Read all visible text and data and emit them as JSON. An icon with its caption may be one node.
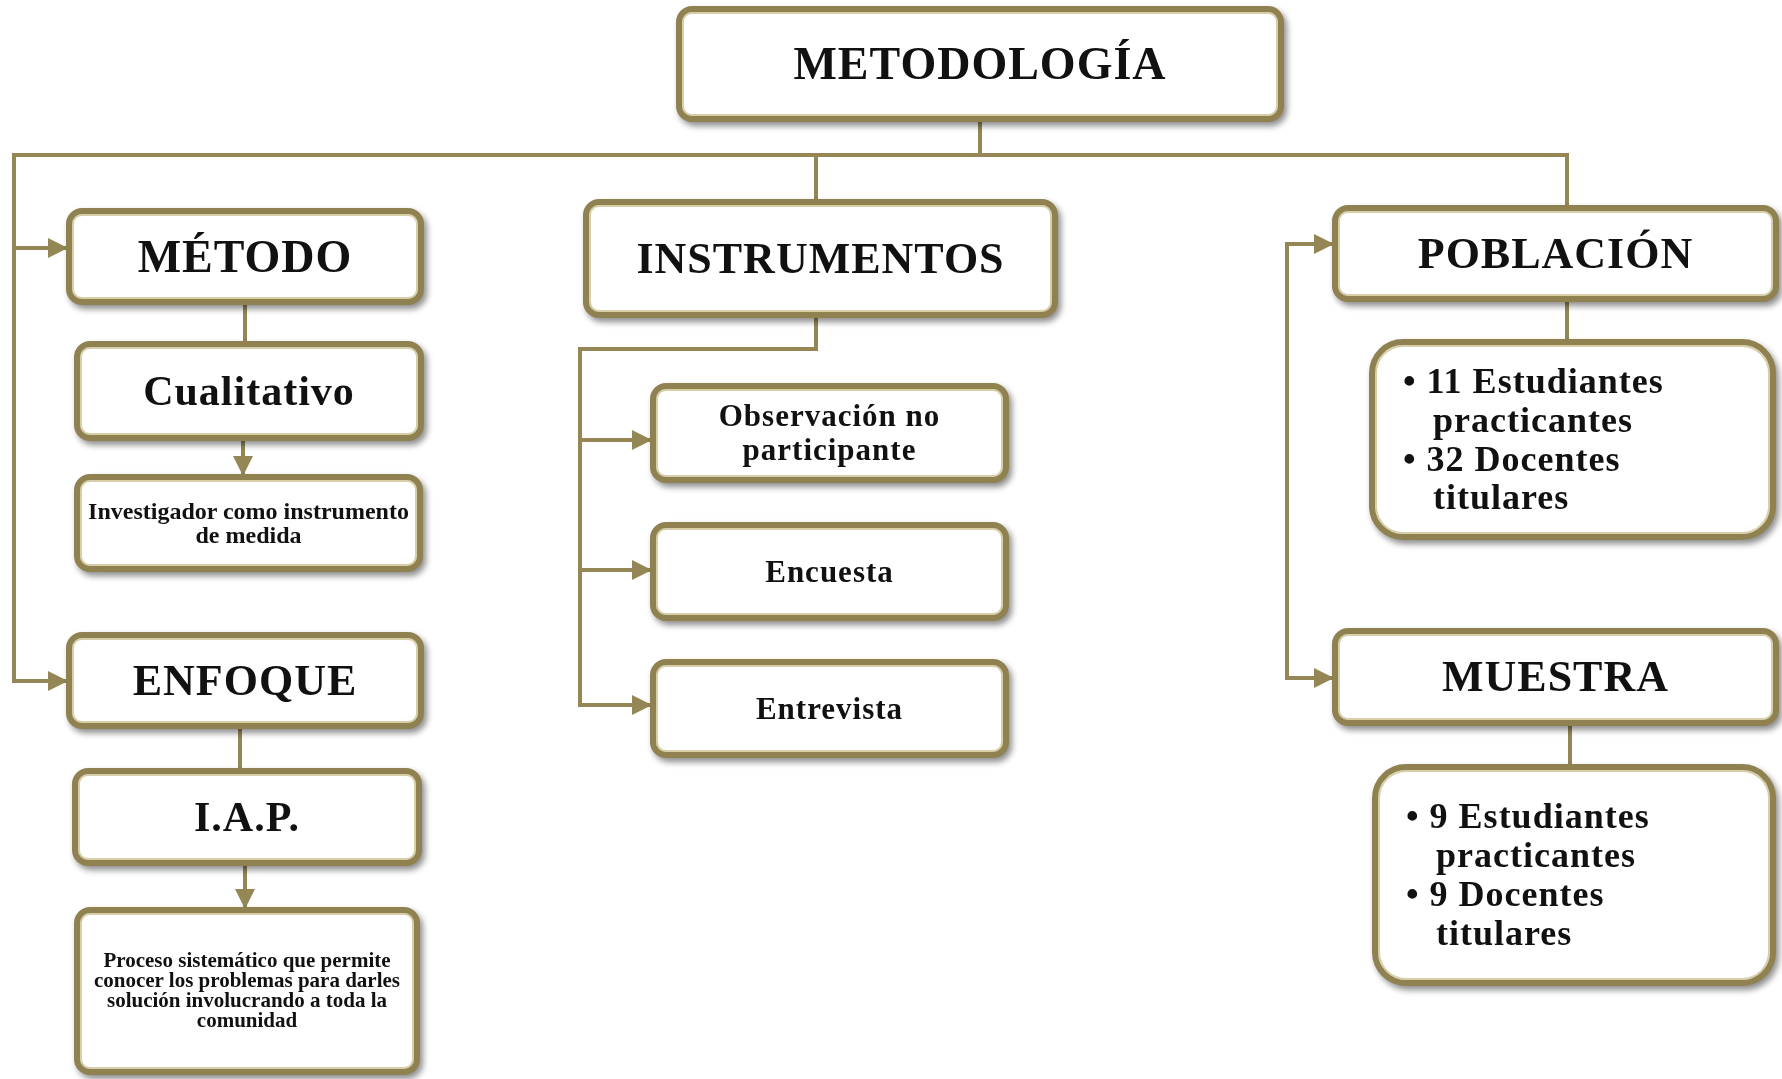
{
  "diagram": {
    "nodes": [
      {
        "text": [
          "METODOLOGÍA"
        ]
      },
      {
        "text": [
          "MÉTODO"
        ]
      },
      {
        "text": [
          "Cualitativo"
        ]
      },
      {
        "text": [
          "Investigador como instrumento de medida"
        ]
      },
      {
        "text": [
          "ENFOQUE"
        ]
      },
      {
        "text": [
          "I.A.P."
        ]
      },
      {
        "text": [
          "Proceso sistemático que permite conocer los problemas para darles solución involucrando a toda la comunidad"
        ]
      },
      {
        "text": [
          "INSTRUMENTOS"
        ]
      },
      {
        "text": [
          "Observación no participante"
        ]
      },
      {
        "text": [
          "Encuesta"
        ]
      },
      {
        "text": [
          "Entrevista"
        ]
      },
      {
        "text": [
          "POBLACIÓN"
        ]
      },
      {
        "text": [
          "• 11 Estudiantes practicantes",
          "• 32 Docentes titulares"
        ]
      },
      {
        "text": [
          "MUESTRA"
        ]
      },
      {
        "text": [
          "• 9 Estudiantes practicantes",
          "• 9 Docentes titulares"
        ]
      }
    ],
    "edges": [
      {
        "from": 0,
        "to": 1,
        "arrow": "to"
      },
      {
        "from": 0,
        "to": 4,
        "arrow": "to"
      },
      {
        "from": 0,
        "to": 7,
        "arrow": "none"
      },
      {
        "from": 0,
        "to": 11,
        "arrow": "none"
      },
      {
        "from": 11,
        "to": 13,
        "arrow": "both"
      },
      {
        "from": 1,
        "to": 2,
        "arrow": "none"
      },
      {
        "from": 2,
        "to": 3,
        "arrow": "to"
      },
      {
        "from": 4,
        "to": 5,
        "arrow": "none"
      },
      {
        "from": 5,
        "to": 6,
        "arrow": "to"
      },
      {
        "from": 7,
        "to": 8,
        "arrow": "to"
      },
      {
        "from": 7,
        "to": 9,
        "arrow": "to"
      },
      {
        "from": 7,
        "to": 10,
        "arrow": "to"
      },
      {
        "from": 11,
        "to": 12,
        "arrow": "none"
      },
      {
        "from": 13,
        "to": 14,
        "arrow": "none"
      }
    ]
  }
}
